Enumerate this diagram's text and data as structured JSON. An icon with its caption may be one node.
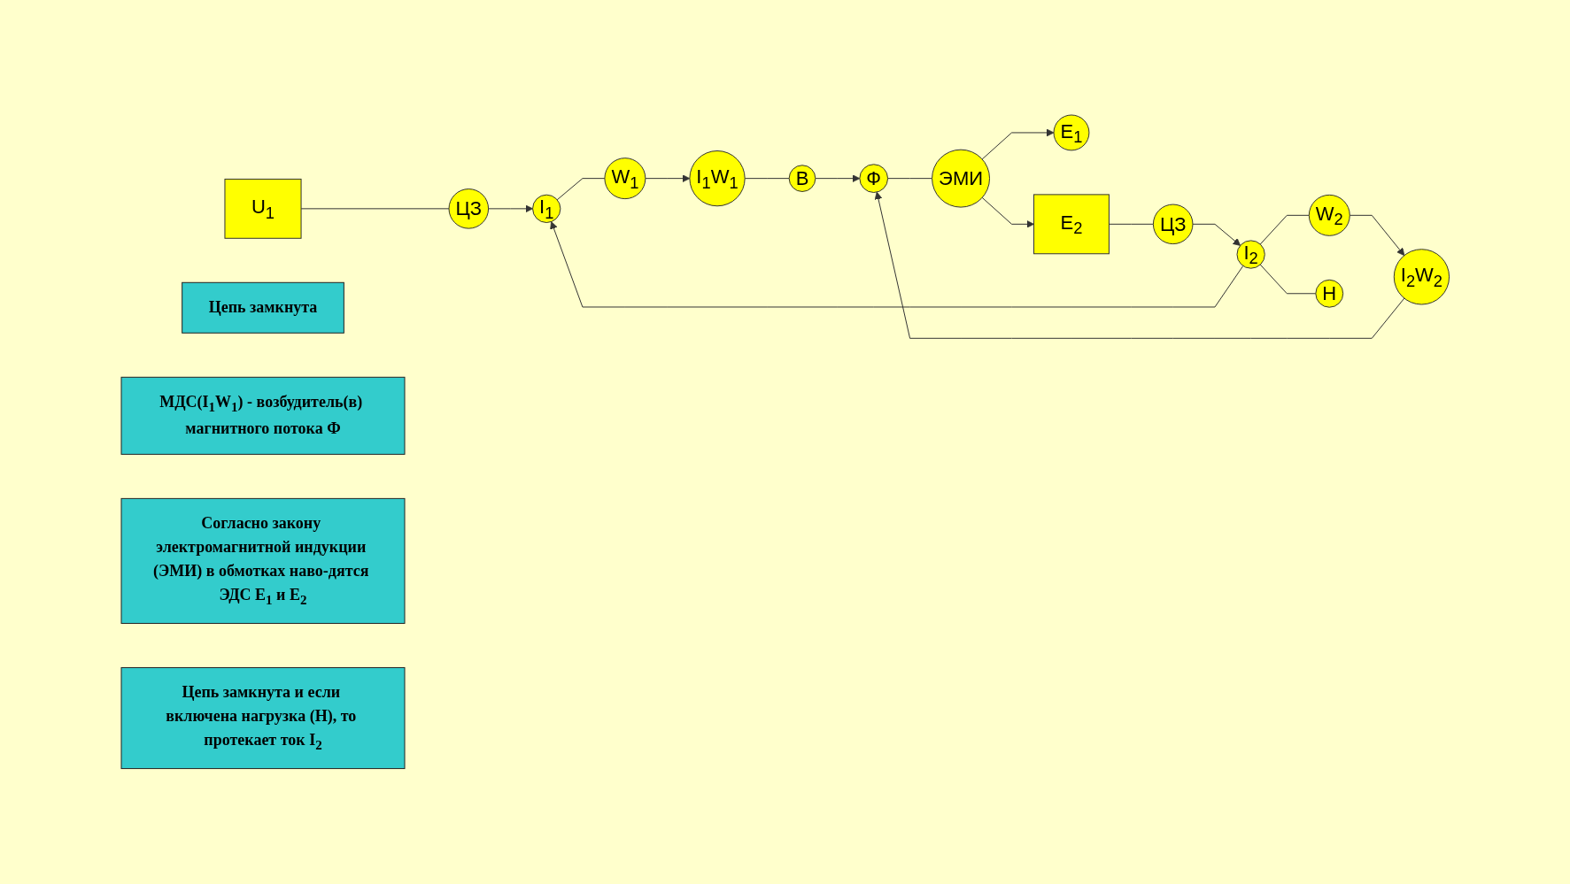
{
  "diagram": {
    "nodes": [
      {
        "text": [
          "U$_{1}$"
        ]
      },
      {
        "text": [
          "ЦЗ"
        ]
      },
      {
        "text": [
          "I$_{1}$"
        ]
      },
      {
        "text": [
          "W$_{1}$"
        ]
      },
      {
        "text": [
          "I$_{1}$W$_{1}$"
        ]
      },
      {
        "text": [
          "В"
        ]
      },
      {
        "text": [
          "Ф"
        ]
      },
      {
        "text": [
          "ЭМИ"
        ]
      },
      {
        "text": [
          "E$_{1}$"
        ]
      },
      {
        "text": [
          "E$_{2}$"
        ]
      },
      {
        "text": [
          "I$_{2}$W$_{2}$"
        ]
      },
      {
        "text": [
          "W$_{2}$"
        ]
      },
      {
        "text": [
          "I$_{2}$"
        ]
      },
      {
        "text": [
          "ЦЗ"
        ]
      },
      {
        "text": [
          "Н"
        ]
      },
      {
        "text": [
          "Цепь замкнута"
        ]
      },
      {
        "text": [
          "МДС(I$_{1}$W$_{1}$) - возбудитель(в) магнитного потока Ф"
        ]
      },
      {
        "text": [
          "Согласно закону электромагнитной индукции (ЭМИ) в обмотках наво-дятся ЭДС E$_{1}$ и E$_{2}$"
        ]
      },
      {
        "text": [
          "Цепь замкнута и если включена нагрузка (Н), то протекает ток I$_{2}$"
        ]
      }
    ],
    "edges": [
      {
        "from": 0,
        "to": 1,
        "arrow": "none"
      },
      {
        "from": 1,
        "to": 2,
        "arrow": "to"
      },
      {
        "from": 2,
        "to": 3,
        "arrow": "none"
      },
      {
        "from": 3,
        "to": 4,
        "arrow": "to"
      },
      {
        "from": 4,
        "to": 5,
        "arrow": "none"
      },
      {
        "from": 5,
        "to": 6,
        "arrow": "to"
      },
      {
        "from": 6,
        "to": 7,
        "arrow": "none"
      },
      {
        "from": 7,
        "to": 8,
        "arrow": "to"
      },
      {
        "from": 7,
        "to": 9,
        "arrow": "to"
      },
      {
        "from": 9,
        "to": 13,
        "arrow": "none"
      },
      {
        "from": 13,
        "to": 12,
        "arrow": "to"
      },
      {
        "from": 12,
        "to": 11,
        "arrow": "none"
      },
      {
        "from": 11,
        "to": 10,
        "arrow": "to"
      },
      {
        "from": 10,
        "to": 6,
        "arrow": "to"
      },
      {
        "from": 12,
        "to": 2,
        "arrow": "to"
      },
      {
        "from": 12,
        "to": 14,
        "arrow": "none"
      }
    ]
  }
}
